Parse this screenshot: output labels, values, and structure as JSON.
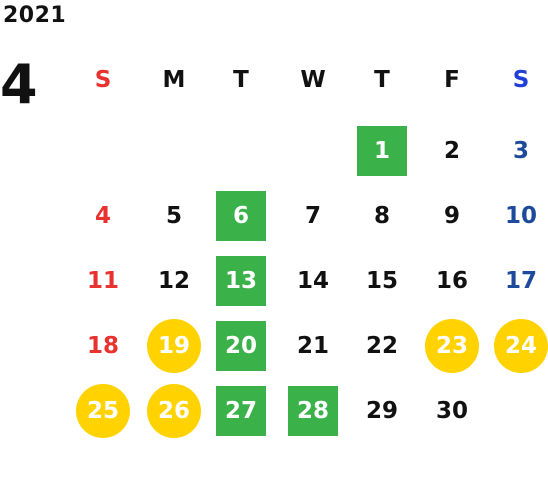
{
  "year": "2021",
  "month": "4",
  "weekdays": [
    {
      "label": "S",
      "color": "#e8322f"
    },
    {
      "label": "M",
      "color": "#111111"
    },
    {
      "label": "T",
      "color": "#111111"
    },
    {
      "label": "W",
      "color": "#111111"
    },
    {
      "label": "T",
      "color": "#111111"
    },
    {
      "label": "F",
      "color": "#111111"
    },
    {
      "label": "S",
      "color": "#1f3fd6"
    }
  ],
  "colors": {
    "sunday": "#e8322f",
    "saturday": "#1d4a9a",
    "weekday": "#111111",
    "green_highlight": "#3bb14a",
    "yellow_highlight": "#ffd200",
    "highlight_text": "#ffffff"
  },
  "weeks": [
    [
      {
        "d": "",
        "style": "none"
      },
      {
        "d": "",
        "style": "none"
      },
      {
        "d": "",
        "style": "none"
      },
      {
        "d": "",
        "style": "none"
      },
      {
        "d": "1",
        "style": "green"
      },
      {
        "d": "2",
        "style": "none"
      },
      {
        "d": "3",
        "style": "none"
      }
    ],
    [
      {
        "d": "4",
        "style": "none"
      },
      {
        "d": "5",
        "style": "none"
      },
      {
        "d": "6",
        "style": "green"
      },
      {
        "d": "7",
        "style": "none"
      },
      {
        "d": "8",
        "style": "none"
      },
      {
        "d": "9",
        "style": "none"
      },
      {
        "d": "10",
        "style": "none"
      }
    ],
    [
      {
        "d": "11",
        "style": "none"
      },
      {
        "d": "12",
        "style": "none"
      },
      {
        "d": "13",
        "style": "green"
      },
      {
        "d": "14",
        "style": "none"
      },
      {
        "d": "15",
        "style": "none"
      },
      {
        "d": "16",
        "style": "none"
      },
      {
        "d": "17",
        "style": "none"
      }
    ],
    [
      {
        "d": "18",
        "style": "none"
      },
      {
        "d": "19",
        "style": "yellow"
      },
      {
        "d": "20",
        "style": "green"
      },
      {
        "d": "21",
        "style": "none"
      },
      {
        "d": "22",
        "style": "none"
      },
      {
        "d": "23",
        "style": "yellow"
      },
      {
        "d": "24",
        "style": "yellow"
      }
    ],
    [
      {
        "d": "25",
        "style": "yellow"
      },
      {
        "d": "26",
        "style": "yellow"
      },
      {
        "d": "27",
        "style": "green"
      },
      {
        "d": "28",
        "style": "green"
      },
      {
        "d": "29",
        "style": "none"
      },
      {
        "d": "30",
        "style": "none"
      },
      {
        "d": "",
        "style": "none"
      }
    ]
  ]
}
